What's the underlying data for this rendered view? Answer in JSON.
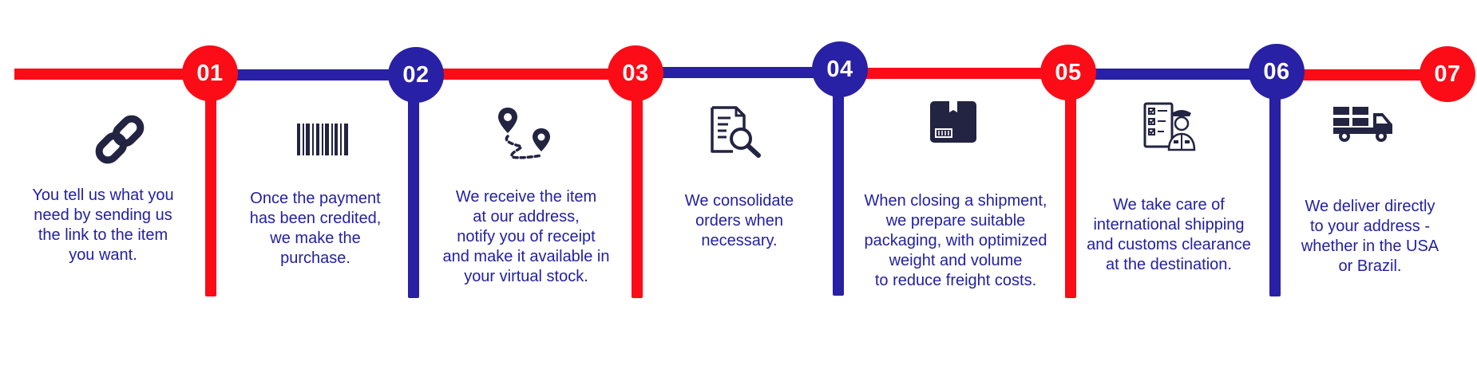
{
  "colors": {
    "red": "#fb0c16",
    "blue": "#2820a5",
    "text": "#2320a3",
    "icon": "#232342"
  },
  "steps": [
    {
      "number": "01",
      "icon": "link-icon",
      "color": "red",
      "text": "You tell us what you\nneed by sending us\nthe link to the item\nyou want."
    },
    {
      "number": "02",
      "icon": "barcode-icon",
      "color": "blue",
      "text": "Once the payment\nhas been credited,\nwe make the\npurchase."
    },
    {
      "number": "03",
      "icon": "route-pins-icon",
      "color": "red",
      "text": "We receive the item\nat our address,\nnotify you of receipt\nand make it available in\nyour virtual stock."
    },
    {
      "number": "04",
      "icon": "document-search-icon",
      "color": "blue",
      "text": "We consolidate\norders when\nnecessary."
    },
    {
      "number": "05",
      "icon": "package-box-icon",
      "color": "red",
      "text": "When closing a shipment,\nwe prepare suitable\npackaging, with optimized\nweight and volume\nto reduce freight costs."
    },
    {
      "number": "06",
      "icon": "customs-officer-checklist-icon",
      "color": "blue",
      "text": "We take care of\ninternational shipping\nand customs clearance\nat the destination."
    },
    {
      "number": "07",
      "icon": "delivery-truck-icon",
      "color": "red",
      "text": "We deliver directly\nto your address -\nwhether in the USA\nor Brazil."
    }
  ]
}
